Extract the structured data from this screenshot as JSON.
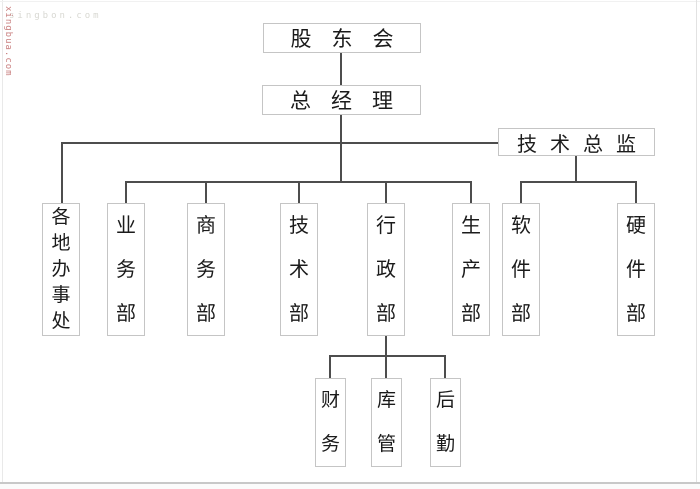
{
  "diagram": {
    "type": "org-chart",
    "root_box": "股东会",
    "gm_box": "总经理",
    "tech_director_box": "技术总监",
    "departments": [
      "各地办事处",
      "业务部",
      "商务部",
      "技术部",
      "行政部",
      "生产部",
      "软件部",
      "硬件部"
    ],
    "admin_sub_departments": [
      "财务",
      "库管",
      "后勤"
    ],
    "hierarchy_note": "股东会 > 总经理 > (各地办事处, 业务部, 商务部, 技术部, 行政部, 生产部, 技术总监); 技术总监 > (软件部, 硬件部); 行政部 > (财务, 库管, 后勤)"
  },
  "watermarks": {
    "top_left": "singbon.com",
    "left_edge": "xingbua.com"
  },
  "colors": {
    "connector": "#4d4d4d",
    "box_border": "#c5c5c5",
    "text": "#1b1b1b",
    "background": "#ffffff",
    "watermark_top": "#d8d8d2",
    "watermark_left": "#c97f7f",
    "page_bottom_edge": "#c8c8c8"
  }
}
